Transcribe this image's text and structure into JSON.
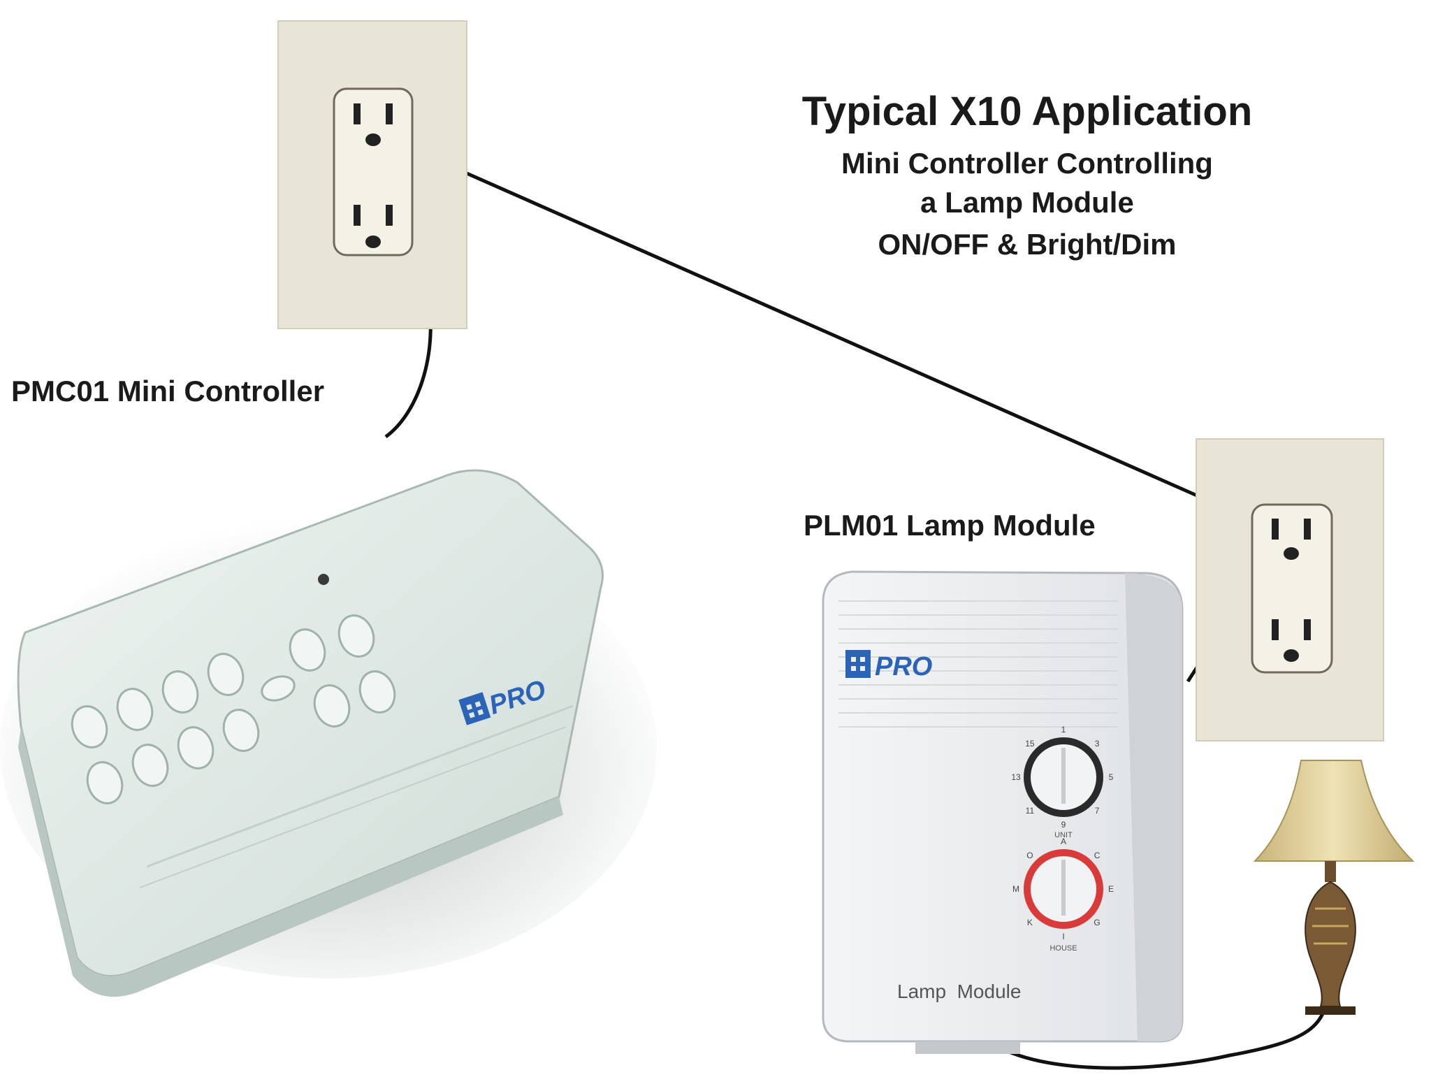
{
  "title": {
    "heading": "Typical X10 Application",
    "line1": "Mini Controller Controlling",
    "line2": "a Lamp Module",
    "line3": "ON/OFF & Bright/Dim"
  },
  "devices": {
    "controller_label": "PMC01 Mini Controller",
    "module_label": "PLM01 Lamp Module",
    "controller_brand": "PRO",
    "module_brand": "PRO",
    "module_face_text": "Lamp  Module",
    "unit_dial_caption": "UNIT",
    "house_dial_caption": "HOUSE",
    "unit_dial_numbers": [
      "1",
      "3",
      "5",
      "7",
      "9",
      "11",
      "13",
      "15"
    ],
    "house_dial_letters": [
      "A",
      "C",
      "E",
      "G",
      "I",
      "K",
      "M",
      "O"
    ]
  },
  "colors": {
    "outlet_plate": "#e8e4d6",
    "controller_body": "#dfe8e4",
    "module_body": "#eceef0",
    "brand_blue": "#2a63b8",
    "house_dial_red": "#d93a3a",
    "lamp_shade": "#e2d29a",
    "lamp_base": "#7a5a34"
  }
}
